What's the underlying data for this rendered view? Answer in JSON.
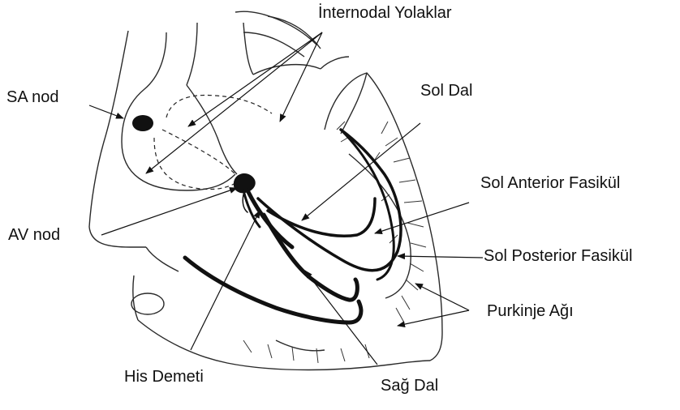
{
  "labels": {
    "internodal": "İnternodal Yolaklar",
    "sa_node": "SA nod",
    "sol_dal": "Sol Dal",
    "sol_anterior": "Sol Anterior Fasikül",
    "av_node": "AV nod",
    "sol_posterior": "Sol Posterior Fasikül",
    "purkinje": "Purkinje Ağı",
    "his": "His Demeti",
    "sag_dal": "Sağ Dal"
  },
  "colors": {
    "ink": "#111111",
    "outline": "#2a2a2a"
  }
}
